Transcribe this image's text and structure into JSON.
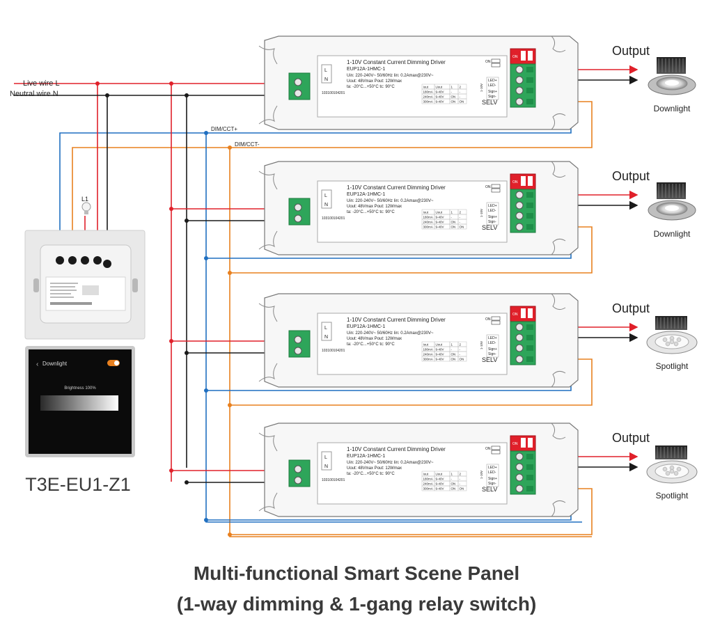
{
  "wire_labels": {
    "live": "Live wire  L",
    "neutral": "Neutral wire  N",
    "dim_pos": "DIM/CCT+",
    "dim_neg": "DIM/CCT-",
    "lamp": "L1"
  },
  "colors": {
    "live": "#e0202a",
    "neutral": "#1a1a1a",
    "dim_pos": "#1f6fc0",
    "dim_neg": "#e8801f"
  },
  "panel": {
    "screen_title": "Downlight",
    "screen_brightness": "Brightness 100%",
    "model": "T3E-EU1-Z1"
  },
  "driver": {
    "title": "1-10V Constant Current Dimming Driver",
    "model": "EUP12A-1HMC-1",
    "spec1": "Uin: 220-240V~   50/60Hz    Iin: 0.2Amax@230V~",
    "spec2": "Uout: 48Vmax       Pout: 12Wmax",
    "spec3": "ta: -20°C...+50°C        tc: 90°C",
    "serial": "103100104201",
    "selv": "SELV",
    "in_l": "L",
    "in_n": "N",
    "out_pos": "LED+",
    "out_neg": "LED-",
    "sig_pos": "Sign+",
    "sig_neg": "Sign-",
    "sig_label": "1-10V",
    "on": "ON",
    "table_header": [
      "Iout",
      "Uout",
      "1",
      "2"
    ],
    "table_rows": [
      [
        "180mA",
        "9-40V",
        "-",
        "-"
      ],
      [
        "240mA",
        "9-40V",
        "ON",
        "-"
      ],
      [
        "300mA",
        "9-40V",
        "ON",
        "ON"
      ]
    ]
  },
  "outputs": [
    {
      "heading": "Output",
      "caption": "Downlight",
      "kind": "downlight"
    },
    {
      "heading": "Output",
      "caption": "Downlight",
      "kind": "downlight"
    },
    {
      "heading": "Output",
      "caption": "Spotlight",
      "kind": "spotlight"
    },
    {
      "heading": "Output",
      "caption": "Spotlight",
      "kind": "spotlight"
    }
  ],
  "title_line1": "Multi-functional Smart Scene Panel",
  "title_line2": "(1-way dimming & 1-gang relay switch)"
}
